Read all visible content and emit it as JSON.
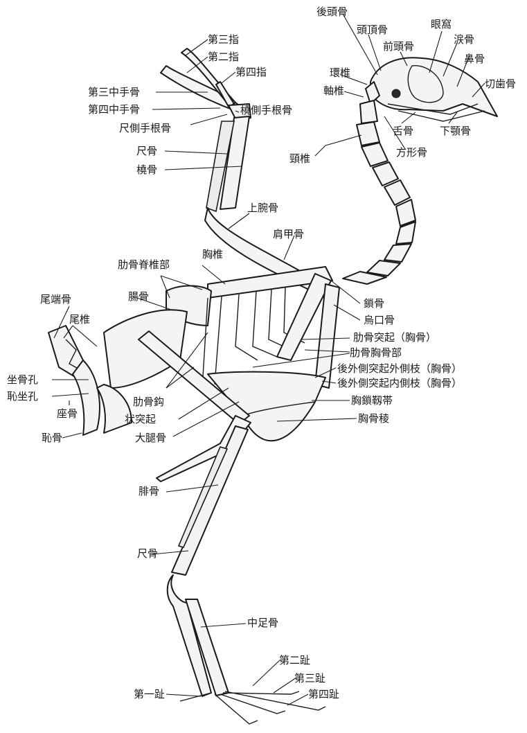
{
  "labels": {
    "koutoukotsu": "後頭骨",
    "touchoukotsu": "頭頂骨",
    "zentoukotsu": "前頭骨",
    "ganka": "眼窩",
    "ruikotsu": "涙骨",
    "bikotsu": "鼻骨",
    "sesshikotsu": "切歯骨",
    "kanzui": "環椎",
    "jikuzui": "軸椎",
    "zekkotsu": "舌骨",
    "kagakukotsu": "下顎骨",
    "houkeikotsu": "方形骨",
    "keizui": "頸椎",
    "dai3shi": "第三指",
    "dai2shi": "第二指",
    "dai4shi": "第四指",
    "dai3chushukotsu": "第三中手骨",
    "dai4chushukotsu": "第四中手骨",
    "shakusokushukonkotsu": "尺側手根骨",
    "tousokushukonkotsu": "橈側手根骨",
    "shakkotsu_wing": "尺骨",
    "toukotsu": "橈骨",
    "jouwankotsu": "上腕骨",
    "kenkoukotsu": "肩甲骨",
    "kyouzui": "胸椎",
    "rokkotsu_sekizuibu": "肋骨脊椎部",
    "choukotsu": "腸骨",
    "bitankotsu": "尾端骨",
    "bizui": "尾椎",
    "sakotsukou": "坐骨孔",
    "chizakou": "恥坐孔",
    "zakotsu": "座骨",
    "chikotsu": "恥骨",
    "sakotsu": "鎖骨",
    "ukoukotsu": "烏口骨",
    "rokkotsu_toukki": "肋骨突起（胸骨）",
    "rokkotsu_kyoukotsubu": "肋骨胸骨部",
    "kougaisoku_gaisokushi": "後外側突起外側枝（胸骨）",
    "kougaisoku_naisokushi": "後外側突起内側枝（胸骨）",
    "kyousa_jintai": "胸鎖靱帯",
    "kyoukotsu_ryou": "胸骨稜",
    "rokkotsu_kou": "肋骨鈎",
    "jou_toukki": "状突起",
    "daitaikotsu": "大腿骨",
    "hikotsu": "腓骨",
    "shakkotsu_leg": "尺骨",
    "chusokukotsu": "中足骨",
    "dai2shi_toe": "第二趾",
    "dai3shi_toe": "第三趾",
    "dai4shi_toe": "第四趾",
    "dai1shi_toe": "第一趾"
  },
  "icons": {
    "figure": "bird-skeleton"
  }
}
